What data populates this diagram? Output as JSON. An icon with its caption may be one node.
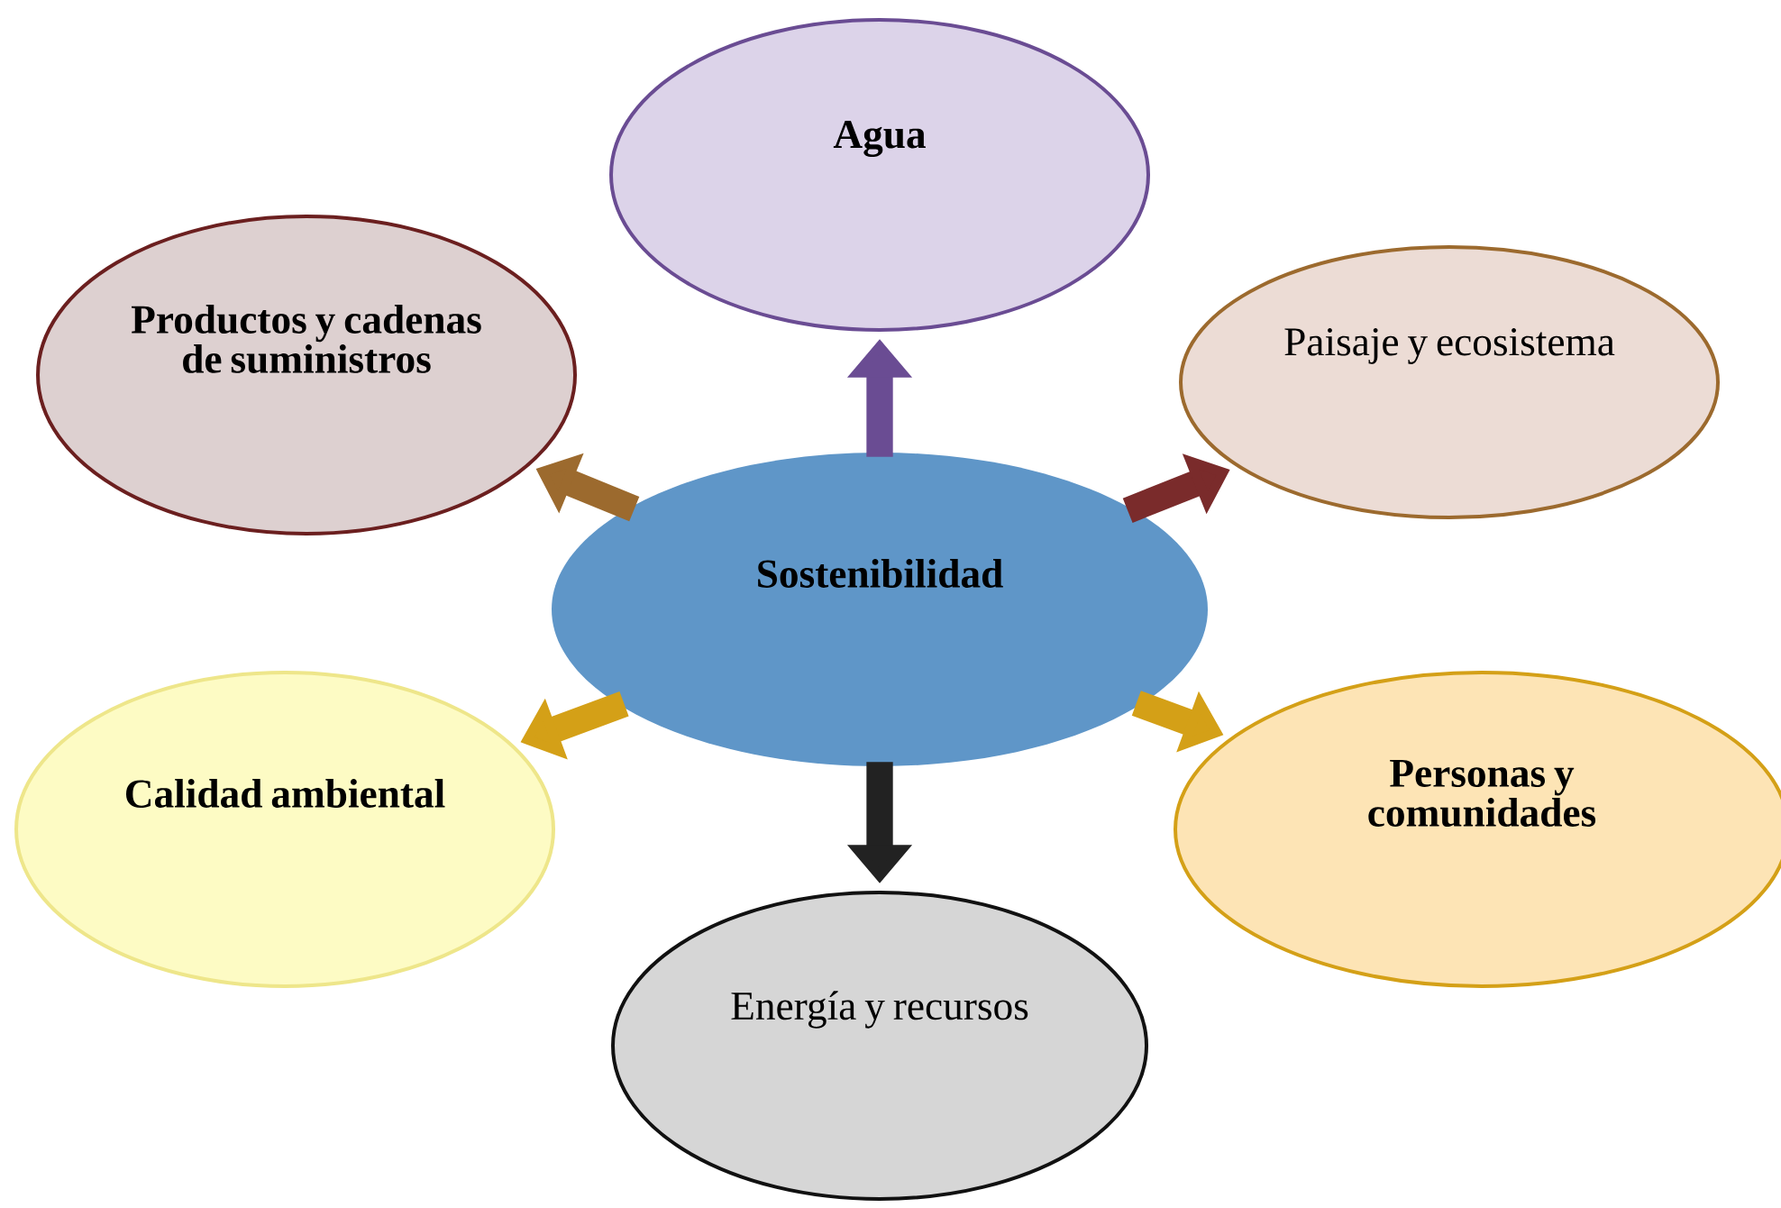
{
  "diagram": {
    "nodes": [
      {
        "text": [
          "Sostenibilidad"
        ]
      },
      {
        "text": [
          "Agua"
        ]
      },
      {
        "text": [
          "Paisaje y ecosistema"
        ]
      },
      {
        "text": [
          "Personas y comunidades"
        ]
      },
      {
        "text": [
          "Energía y recursos"
        ]
      },
      {
        "text": [
          "Calidad ambiental"
        ]
      },
      {
        "text": [
          "Productos y cadenas de suministros"
        ]
      }
    ],
    "edges": [
      {
        "from": 0,
        "to": 1,
        "arrow": "to",
        "color": "#6a4c93"
      },
      {
        "from": 0,
        "to": 2,
        "arrow": "to",
        "color": "#7a2b2b"
      },
      {
        "from": 0,
        "to": 3,
        "arrow": "to",
        "color": "#d4a017"
      },
      {
        "from": 0,
        "to": 4,
        "arrow": "to",
        "color": "#222222"
      },
      {
        "from": 0,
        "to": 5,
        "arrow": "to",
        "color": "#d4a017"
      },
      {
        "from": 0,
        "to": 6,
        "arrow": "to",
        "color": "#9c6a2e"
      }
    ]
  }
}
